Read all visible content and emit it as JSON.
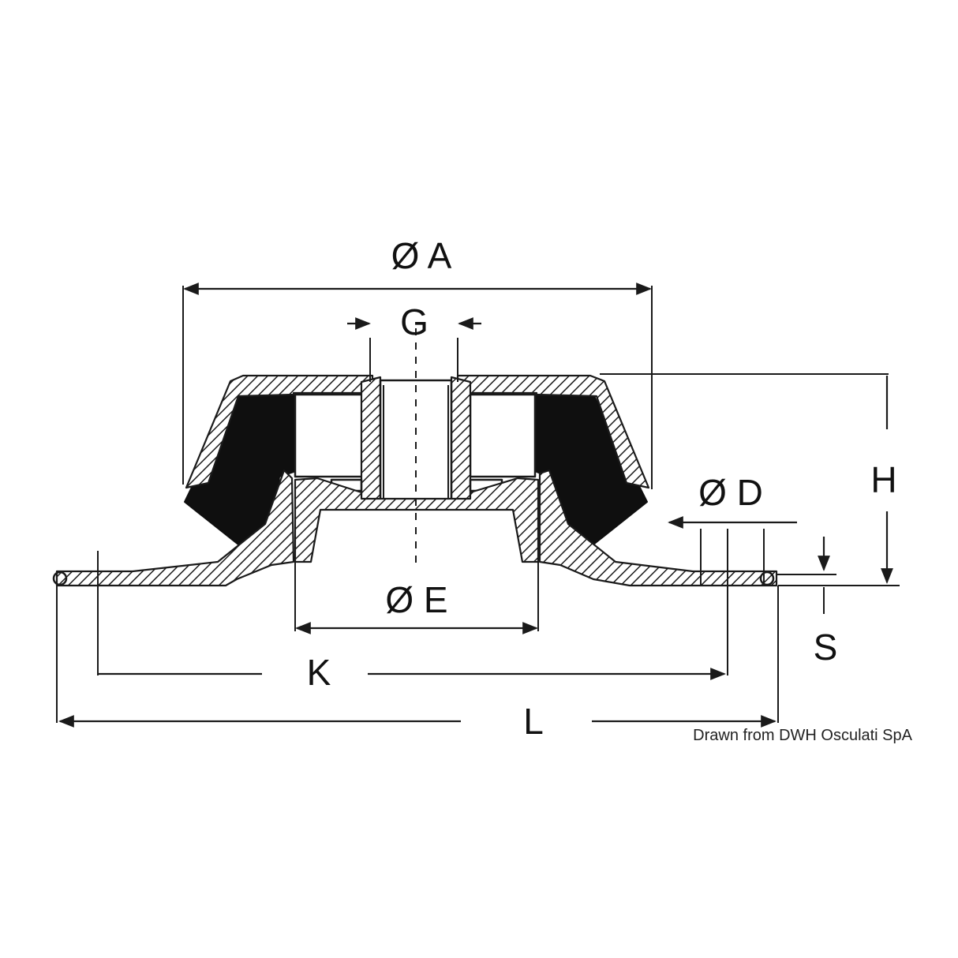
{
  "labels": {
    "dim_A": "Ø A",
    "dim_G": "G",
    "dim_H": "H",
    "dim_D": "Ø D",
    "dim_E": "Ø E",
    "dim_S": "S",
    "dim_K": "K",
    "dim_L": "L"
  },
  "credit": "Drawn from DWH Osculati SpA",
  "colors": {
    "line": "#1a1a1a",
    "rubber": "#0f0f0f",
    "background": "#ffffff"
  }
}
